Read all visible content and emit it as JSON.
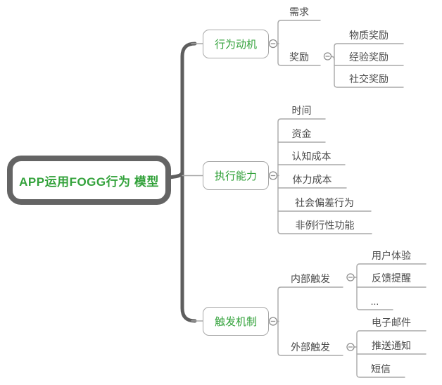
{
  "colors": {
    "accent_green": "#33A23B",
    "node_text_gray": "#4A4A4A",
    "connector_light_gray": "#A8A8A8",
    "trunk_dark_gray": "#5E5E5E",
    "background": "#FFFFFF"
  },
  "icons": {
    "collapse": "minus-circle-icon",
    "collapse_glyph": "−"
  },
  "mindmap": {
    "root": {
      "label": "APP运用FOGG行为 模型"
    },
    "branches": [
      {
        "label": "行为动机",
        "children": [
          {
            "label": "需求",
            "children": []
          },
          {
            "label": "奖励",
            "children": [
              {
                "label": "物质奖励"
              },
              {
                "label": "经验奖励"
              },
              {
                "label": "社交奖励"
              }
            ]
          }
        ]
      },
      {
        "label": "执行能力",
        "children": [
          {
            "label": "时间"
          },
          {
            "label": "资金"
          },
          {
            "label": "认知成本"
          },
          {
            "label": "体力成本"
          },
          {
            "label": "社会偏差行为"
          },
          {
            "label": "非例行性功能"
          }
        ]
      },
      {
        "label": "触发机制",
        "children": [
          {
            "label": "内部触发",
            "children": [
              {
                "label": "用户体验"
              },
              {
                "label": "反馈提醒"
              },
              {
                "label": "..."
              }
            ]
          },
          {
            "label": "外部触发",
            "children": [
              {
                "label": "电子邮件"
              },
              {
                "label": "推送通知"
              },
              {
                "label": "短信"
              }
            ]
          }
        ]
      }
    ]
  }
}
